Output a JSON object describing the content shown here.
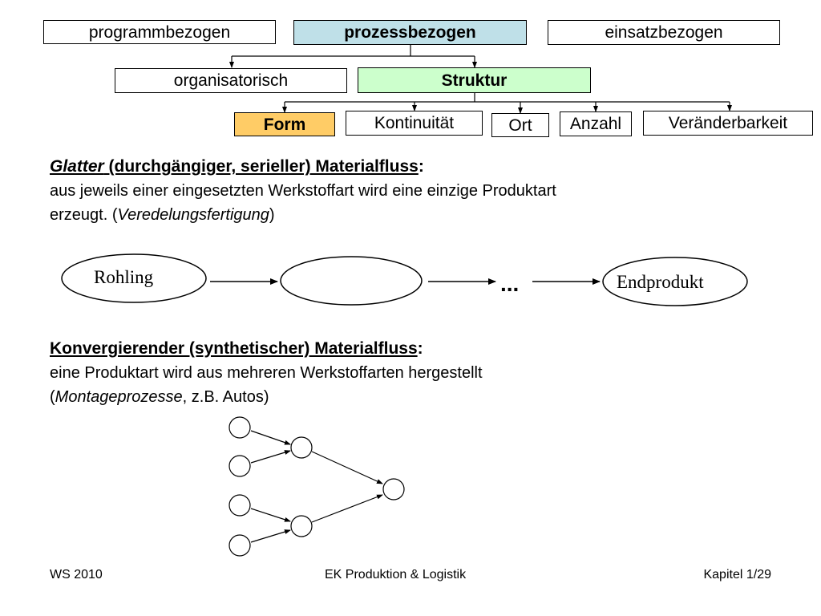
{
  "taxonomy": {
    "level1": [
      {
        "label": "programmbezogen"
      },
      {
        "label": "prozessbezogen"
      },
      {
        "label": "einsatzbezogen"
      }
    ],
    "level2": [
      {
        "label": "organisatorisch"
      },
      {
        "label": "Struktur"
      }
    ],
    "level3": [
      {
        "label": "Form"
      },
      {
        "label": "Kontinuität"
      },
      {
        "label": "Ort"
      },
      {
        "label": "Anzahl"
      },
      {
        "label": "Veränderbarkeit"
      }
    ],
    "colors": {
      "prozessbezogen": "#bfe0e8",
      "Struktur": "#ccffcc",
      "Form": "#ffcc66"
    }
  },
  "section1": {
    "heading_italic": "Glatter",
    "heading_rest": " (durchgängiger, serieller) Materialfluss",
    "heading_colon": ":",
    "line1": "aus jeweils einer eingesetzten Werkstoffart wird eine einzige Produktart",
    "line2_start": "erzeugt. (",
    "line2_italic": "Veredelungsfertigung",
    "line2_end": ")"
  },
  "flow": {
    "start_label": "Rohling",
    "ellipsis": "...",
    "end_label": "Endprodukt"
  },
  "section2": {
    "heading": "Konvergierender (synthetischer) Materialfluss",
    "heading_colon": ":",
    "line1": "eine Produktart wird aus mehreren Werkstoffarten hergestellt",
    "line2_start": "(",
    "line2_italic": "Montageprozesse",
    "line2_end": ", z.B. Autos)"
  },
  "footer": {
    "left": "WS 2010",
    "center": "EK Produktion & Logistik",
    "right": "Kapitel 1/29"
  }
}
